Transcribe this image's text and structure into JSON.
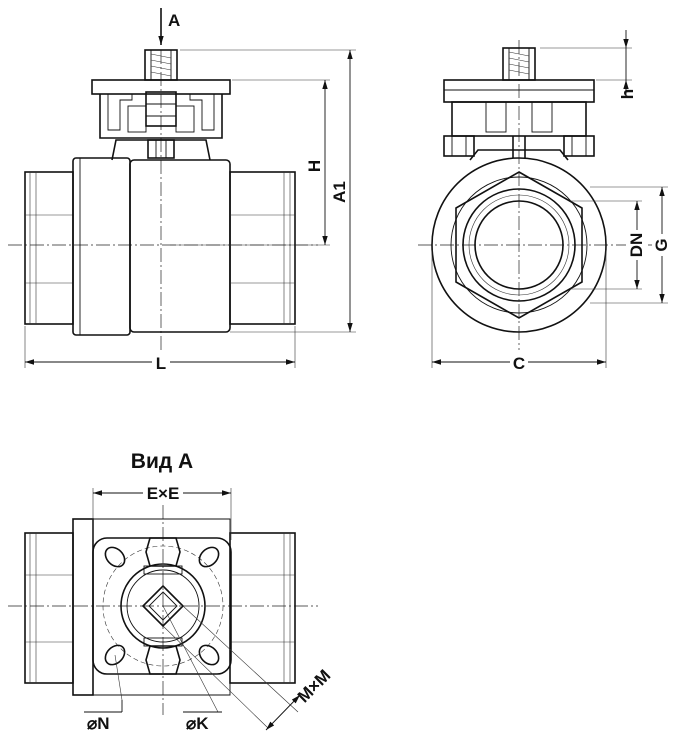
{
  "labels": {
    "view_arrow": "A",
    "height_h_small": "h",
    "height_H": "H",
    "height_A1": "A1",
    "length_L": "L",
    "width_C": "C",
    "diameter_DN": "DN",
    "thread_G": "G",
    "view_title": "Вид A",
    "flange_ExE": "E×E",
    "stem_MxM": "M×M",
    "hole_N": "⌀N",
    "circle_K": "⌀K"
  }
}
